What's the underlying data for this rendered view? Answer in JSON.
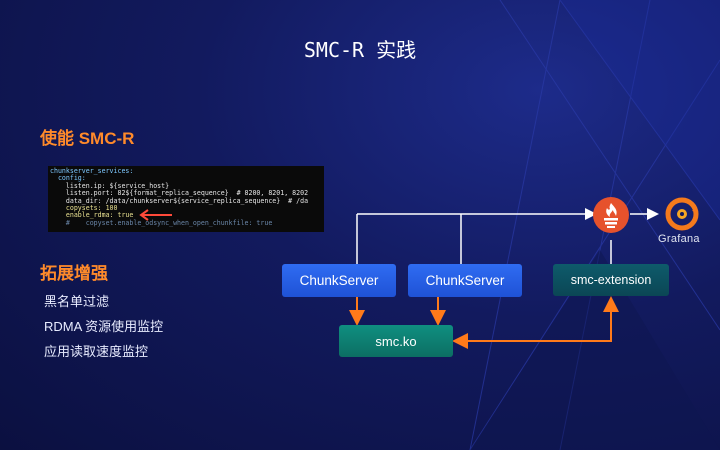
{
  "title": "SMC-R 实践",
  "enable_section": {
    "heading": "使能 SMC-R",
    "code_lines": [
      "chunkserver_services:",
      "  config:",
      "    listen.ip: ${service_host}",
      "    listen.port: 82${format_replica_sequence}  # 8200, 8201, 8202",
      "    data_dir: /data/chunkserver${service_replica_sequence}  # /da",
      "    copysets: 100",
      "    enable_rdma: true",
      "    #    copyset.enable_odsync_when_open_chunkfile: true"
    ]
  },
  "extend_section": {
    "heading": "拓展增强",
    "items": [
      "黑名单过滤",
      "RDMA 资源使用监控",
      "应用读取速度监控"
    ]
  },
  "diagram": {
    "chunkserver_1": "ChunkServer",
    "chunkserver_2": "ChunkServer",
    "smc_ko": "smc.ko",
    "smc_extension": "smc-extension",
    "grafana": "Grafana"
  },
  "colors": {
    "accent": "#ff8a2a",
    "chunkserver": "#2f6cf2",
    "smc_ko": "#0f8f80",
    "smc_extension": "#0e5b6b",
    "arrow_orange": "#ff7a1a"
  }
}
